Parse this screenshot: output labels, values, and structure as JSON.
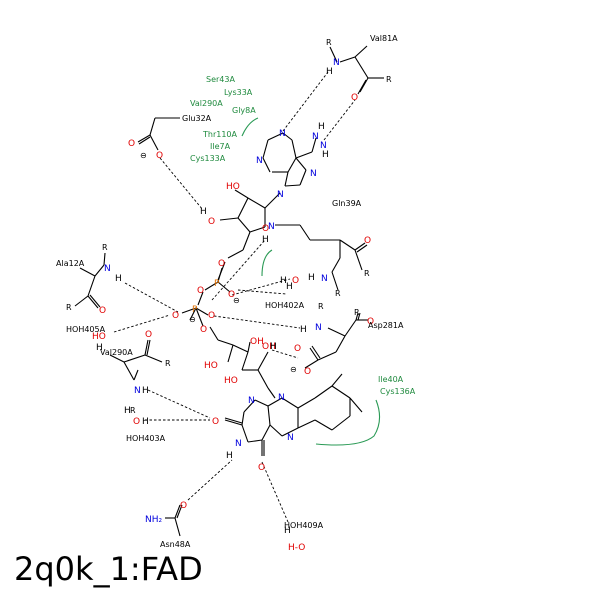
{
  "title": "2q0k_1:FAD",
  "colors": {
    "hydrophobic": "#1f8a3e",
    "oxygen": "#e00000",
    "nitrogen": "#0000dd",
    "phosphorus": "#e07000"
  },
  "residues": {
    "val81": "Val81A",
    "glu32": "Glu32A",
    "gln39": "Gln39A",
    "ala12": "Ala12A",
    "val290": "Val290A",
    "asp281": "Asp281A",
    "asn48": "Asn48A"
  },
  "hydrophobic_residues": {
    "ser43": "Ser43A",
    "lys33": "Lys33A",
    "val290b": "Val290A",
    "gly8": "Gly8A",
    "thr110": "Thr110A",
    "ile7": "Ile7A",
    "cys133": "Cys133A",
    "ile40": "Ile40A",
    "cys136": "Cys136A"
  },
  "waters": {
    "hoh402": "HOH402A",
    "hoh405": "HOH405A",
    "hoh403": "HOH403A",
    "hoh409": "HOH409A"
  },
  "atoms": {
    "R": "R",
    "N": "N",
    "H": "H",
    "O": "O",
    "P": "P",
    "HO": "HO",
    "OH": "OH",
    "NH": "NH",
    "NH2": "NH₂",
    "H2O": "H-O",
    "minus": "⊖"
  }
}
